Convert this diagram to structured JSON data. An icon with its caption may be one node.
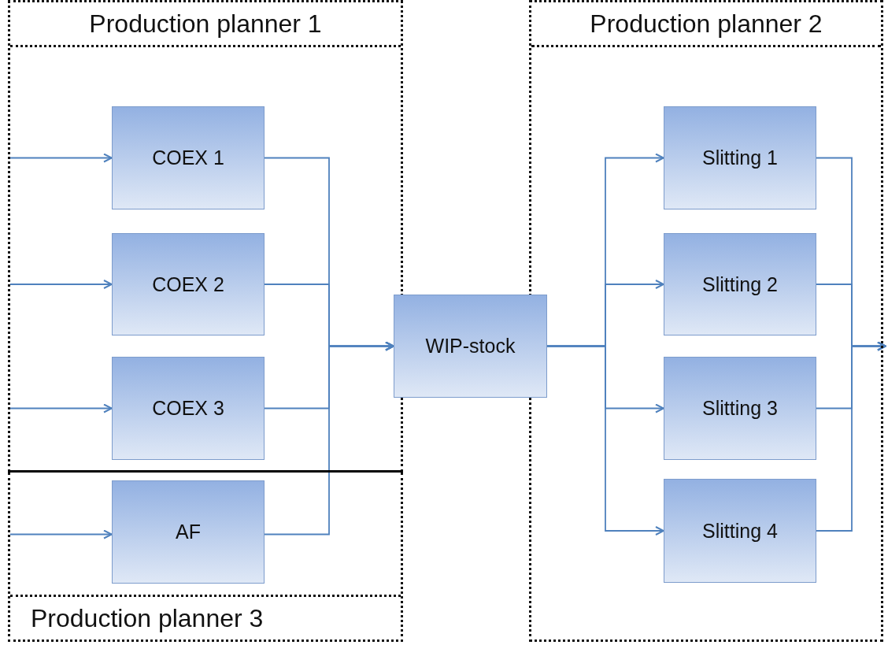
{
  "diagram": {
    "nodes": [
      {
        "text": [
          "Production planner 1"
        ]
      },
      {
        "text": [
          "COEX 1"
        ],
        "in": 0
      },
      {
        "text": [
          "COEX 2"
        ],
        "in": 0
      },
      {
        "text": [
          "COEX 3"
        ],
        "in": 0
      },
      {
        "text": [
          "Production planner 3"
        ]
      },
      {
        "text": [
          "AF"
        ],
        "in": 4
      },
      {
        "text": [
          "WIP-stock"
        ]
      },
      {
        "text": [
          "Production planner 2"
        ]
      },
      {
        "text": [
          "Slitting 1"
        ],
        "in": 7
      },
      {
        "text": [
          "Slitting 2"
        ],
        "in": 7
      },
      {
        "text": [
          "Slitting 3"
        ],
        "in": 7
      },
      {
        "text": [
          "Slitting 4"
        ],
        "in": 7
      }
    ],
    "edges": [
      {
        "from": null,
        "to": 1,
        "arrow": "to"
      },
      {
        "from": null,
        "to": 2,
        "arrow": "to"
      },
      {
        "from": null,
        "to": 3,
        "arrow": "to"
      },
      {
        "from": null,
        "to": 5,
        "arrow": "to"
      },
      {
        "from": 1,
        "to": 6,
        "arrow": "to"
      },
      {
        "from": 2,
        "to": 6,
        "arrow": "to"
      },
      {
        "from": 3,
        "to": 6,
        "arrow": "to"
      },
      {
        "from": 5,
        "to": 6,
        "arrow": "to"
      },
      {
        "from": 6,
        "to": 8,
        "arrow": "to"
      },
      {
        "from": 6,
        "to": 9,
        "arrow": "to"
      },
      {
        "from": 6,
        "to": 10,
        "arrow": "to"
      },
      {
        "from": 6,
        "to": 11,
        "arrow": "to"
      },
      {
        "from": 8,
        "to": null,
        "arrow": "to"
      },
      {
        "from": 9,
        "to": null,
        "arrow": "to"
      },
      {
        "from": 10,
        "to": null,
        "arrow": "to"
      },
      {
        "from": 11,
        "to": null,
        "arrow": "to"
      }
    ]
  }
}
